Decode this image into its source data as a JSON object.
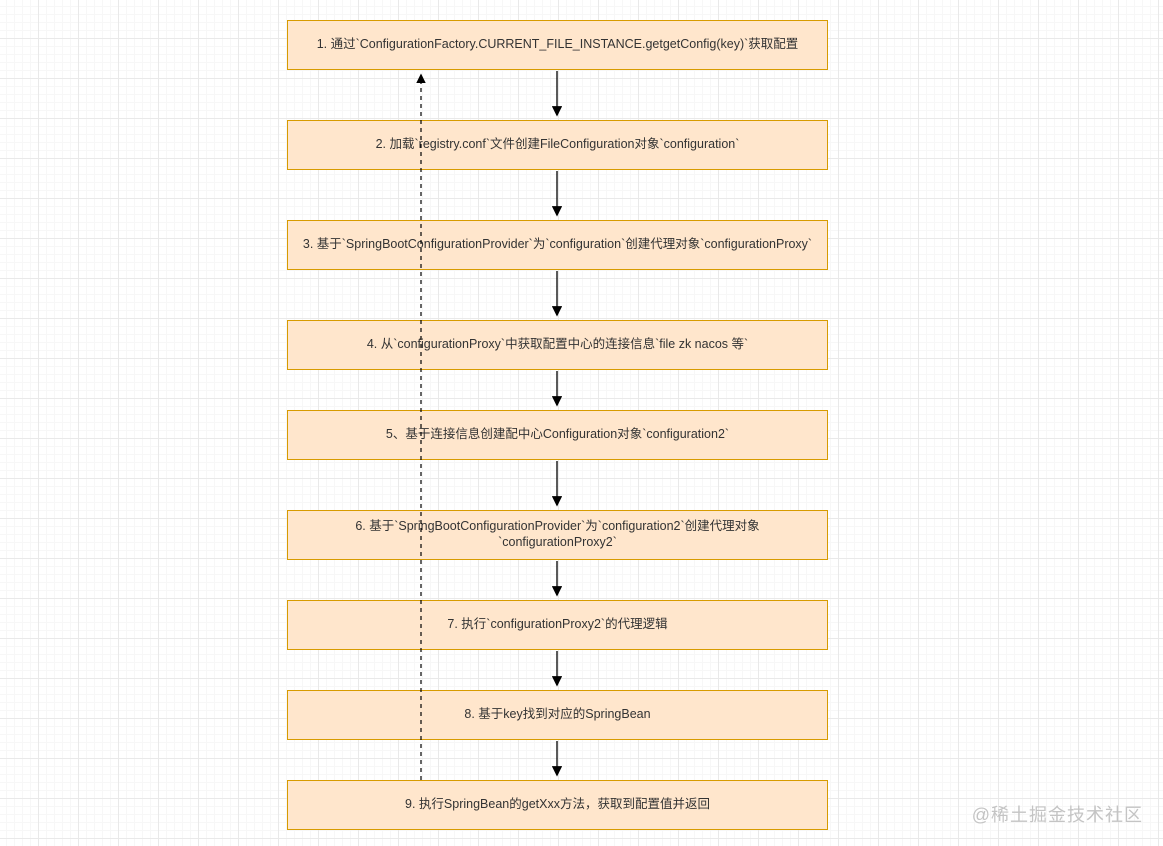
{
  "diagram": {
    "type": "flowchart",
    "steps": [
      {
        "id": 1,
        "label": "1. 通过`ConfigurationFactory.CURRENT_FILE_INSTANCE.getgetConfig(key)`获取配置"
      },
      {
        "id": 2,
        "label": "2. 加载`registry.conf`文件创建FileConfiguration对象`configuration`"
      },
      {
        "id": 3,
        "label": "3. 基于`SpringBootConfigurationProvider`为`configuration`创建代理对象`configurationProxy`"
      },
      {
        "id": 4,
        "label": "4. 从`configurationProxy`中获取配置中心的连接信息`file zk nacos 等`"
      },
      {
        "id": 5,
        "label": "5、基于连接信息创建配中心Configuration对象`configuration2`"
      },
      {
        "id": 6,
        "label": "6. 基于`SpringBootConfigurationProvider`为`configuration2`创建代理对象`configurationProxy2`"
      },
      {
        "id": 7,
        "label": "7. 执行`configurationProxy2`的代理逻辑"
      },
      {
        "id": 8,
        "label": "8. 基于key找到对应的SpringBean"
      },
      {
        "id": 9,
        "label": "9. 执行SpringBean的getXxx方法，获取到配置值并返回"
      }
    ],
    "connections": [
      {
        "from": 1,
        "to": 2,
        "style": "solid-arrow-down"
      },
      {
        "from": 2,
        "to": 3,
        "style": "solid-arrow-down"
      },
      {
        "from": 3,
        "to": 4,
        "style": "solid-arrow-down"
      },
      {
        "from": 4,
        "to": 5,
        "style": "solid-arrow-down"
      },
      {
        "from": 5,
        "to": 6,
        "style": "solid-arrow-down"
      },
      {
        "from": 6,
        "to": 7,
        "style": "solid-arrow-down"
      },
      {
        "from": 7,
        "to": 8,
        "style": "solid-arrow-down"
      },
      {
        "from": 8,
        "to": 9,
        "style": "solid-arrow-down"
      },
      {
        "from": 9,
        "to": 1,
        "style": "dashed-arrow-up-return"
      }
    ]
  },
  "watermark": {
    "text": "@稀土掘金技术社区"
  },
  "colors": {
    "box_fill": "#ffe6cc",
    "box_border": "#d79b00",
    "box_text": "#333333",
    "arrow": "#000000",
    "watermark": "#c4c4c4",
    "grid_major": "#e9e9e9",
    "grid_minor": "#f7f7f7"
  }
}
